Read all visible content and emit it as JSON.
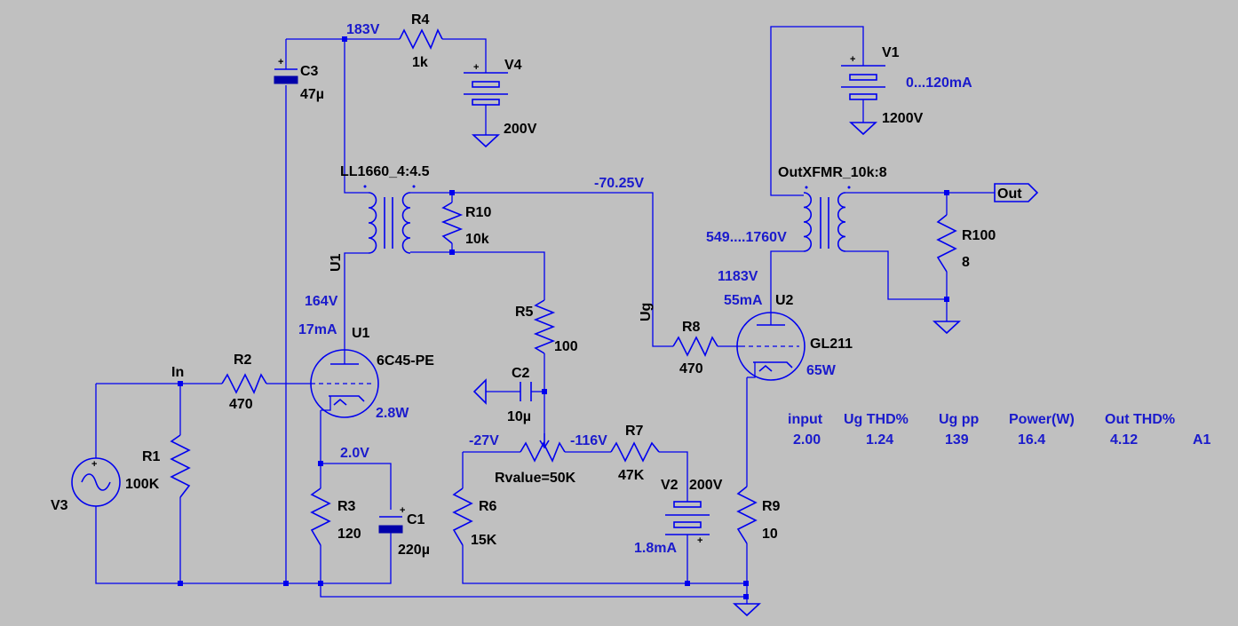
{
  "nodes": {
    "v183": "183V",
    "v_neg70": "-70.25V",
    "v164": "164V",
    "i17": "17mA",
    "v2_0": "2.0V",
    "v_neg27": "-27V",
    "v_neg116": "-116V",
    "i1_8": "1.8mA",
    "vplate_sweep": "549....1760V",
    "v1183": "1183V",
    "i55": "55mA",
    "v1_sweep": "0...120mA"
  },
  "labels": {
    "in": "In",
    "u1_net": "U1",
    "ug_net": "Ug",
    "out": "Out"
  },
  "components": {
    "r1": {
      "name": "R1",
      "value": "100K"
    },
    "r2": {
      "name": "R2",
      "value": "470"
    },
    "r3": {
      "name": "R3",
      "value": "120"
    },
    "r4": {
      "name": "R4",
      "value": "1k"
    },
    "r5": {
      "name": "R5",
      "value": "100"
    },
    "r6": {
      "name": "R6",
      "value": "15K"
    },
    "r7": {
      "name": "R7",
      "value": "47K"
    },
    "r8": {
      "name": "R8",
      "value": "470"
    },
    "r9": {
      "name": "R9",
      "value": "10"
    },
    "r10": {
      "name": "R10",
      "value": "10k"
    },
    "r100": {
      "name": "R100",
      "value": "8"
    },
    "c1": {
      "name": "C1",
      "value": "220µ"
    },
    "c2": {
      "name": "C2",
      "value": "10µ"
    },
    "c3": {
      "name": "C3",
      "value": "47µ"
    },
    "v1": {
      "name": "V1",
      "value": "1200V"
    },
    "v2": {
      "name": "V2",
      "value": "200V"
    },
    "v3": {
      "name": "V3"
    },
    "v4": {
      "name": "V4",
      "value": "200V"
    },
    "u1": {
      "name": "U1",
      "value": "6C45-PE",
      "power": "2.8W"
    },
    "u2": {
      "name": "U2",
      "value": "GL211",
      "power": "65W"
    },
    "t1": {
      "name": "LL1660_4:4.5"
    },
    "t2": {
      "name": "OutXFMR_10k:8"
    },
    "pot": {
      "name": "Rvalue=50K"
    }
  },
  "results": {
    "headers": [
      "input",
      "Ug THD%",
      "Ug pp",
      "Power(W)",
      "Out THD%"
    ],
    "values": [
      "2.00",
      "1.24",
      "139",
      "16.4",
      "4.12",
      "A1"
    ]
  },
  "colors": {
    "background": "#c0c0c0",
    "wire": "#0000ee",
    "annotation": "#1a1acc",
    "label": "#000000"
  }
}
